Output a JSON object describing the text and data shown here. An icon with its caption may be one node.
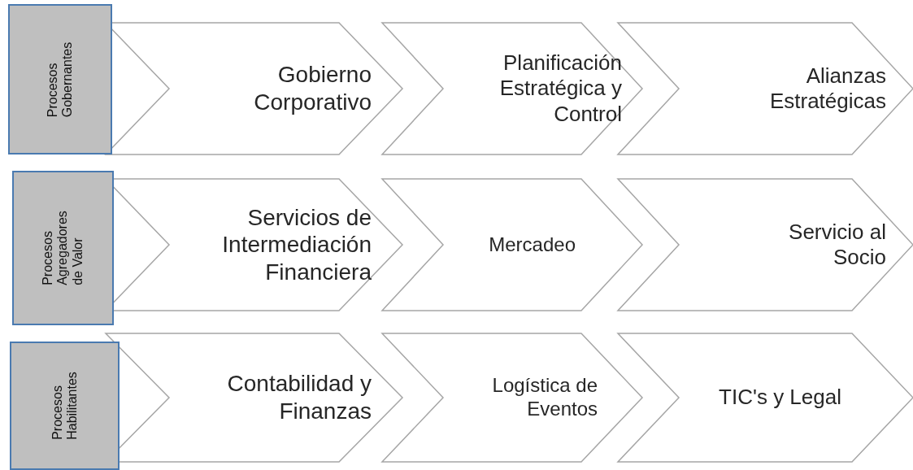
{
  "diagram": {
    "nodes": [
      {
        "text": [
          "Procesos Gobernantes"
        ]
      },
      {
        "text": [
          "Gobierno Corporativo"
        ]
      },
      {
        "text": [
          "Planificación Estratégica y Control"
        ]
      },
      {
        "text": [
          "Alianzas Estratégicas"
        ]
      },
      {
        "text": [
          "Procesos Agregadores de Valor"
        ]
      },
      {
        "text": [
          "Servicios de Intermediación Financiera"
        ]
      },
      {
        "text": [
          "Mercadeo"
        ]
      },
      {
        "text": [
          "Servicio al Socio"
        ]
      },
      {
        "text": [
          "Procesos Habilitantes"
        ]
      },
      {
        "text": [
          "Contabilidad y Finanzas"
        ]
      },
      {
        "text": [
          "Logística de Eventos"
        ]
      },
      {
        "text": [
          "TIC's y Legal"
        ]
      }
    ]
  }
}
